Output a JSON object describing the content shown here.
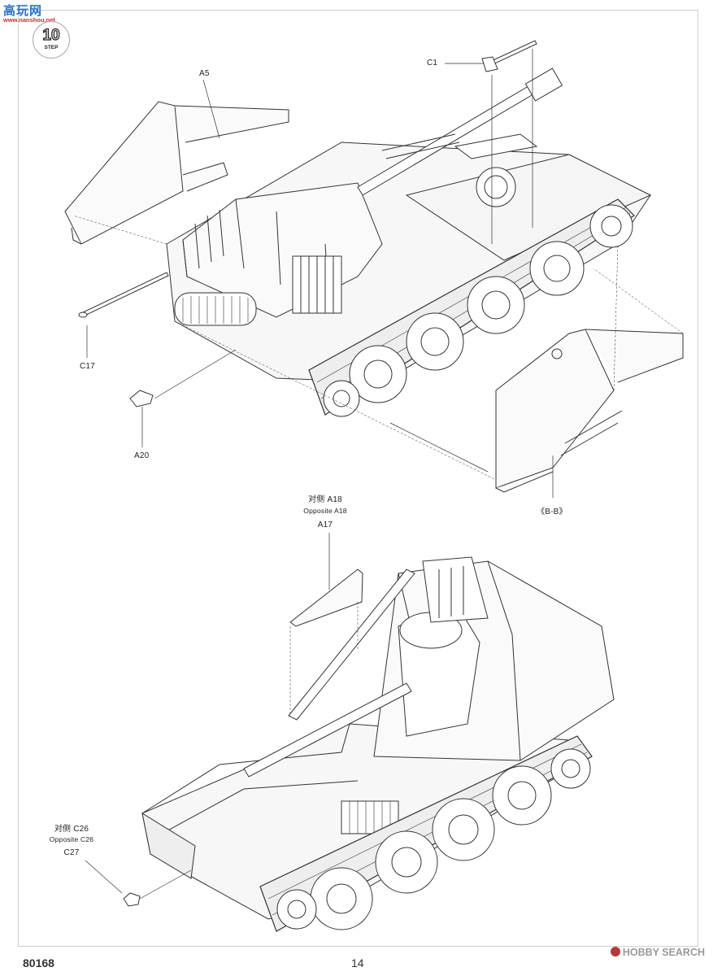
{
  "watermark": {
    "cn": "高玩网",
    "domain": "www.nanshou.net"
  },
  "step": {
    "number": "10",
    "label": "STEP"
  },
  "parts_top": {
    "a5": "A5",
    "c1": "C1",
    "c17": "C17",
    "a20": "A20",
    "view": "《B-B》"
  },
  "parts_bottom": {
    "opp_a18_cn": "对侧 A18",
    "opp_a18_en": "Opposite A18",
    "a17": "A17",
    "opp_c26_cn": "对侧 C26",
    "opp_c26_en": "Opposite C26",
    "c27": "C27"
  },
  "footer": {
    "kit_no": "80168",
    "page": "14",
    "source": "HOBBY SEARCH"
  }
}
